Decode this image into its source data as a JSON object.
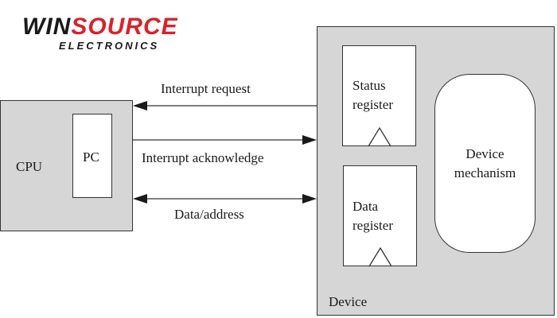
{
  "logo": {
    "brand_part1": "WIN",
    "brand_part2": "SOURCE",
    "tagline": "ELECTRONICS",
    "colors": {
      "dark": "#1a1a1a",
      "accent": "#d8232a"
    }
  },
  "cpu": {
    "label": "CPU",
    "pc_label": "PC"
  },
  "device": {
    "label": "Device",
    "status_register": {
      "line1": "Status",
      "line2": "register"
    },
    "data_register": {
      "line1": "Data",
      "line2": "register"
    },
    "mechanism": {
      "line1": "Device",
      "line2": "mechanism"
    }
  },
  "signals": {
    "interrupt_request": "Interrupt request",
    "interrupt_acknowledge": "Interrupt acknowledge",
    "data_address": "Data/address"
  },
  "colors": {
    "box_fill": "#d6d6d6",
    "stroke": "#333333"
  }
}
